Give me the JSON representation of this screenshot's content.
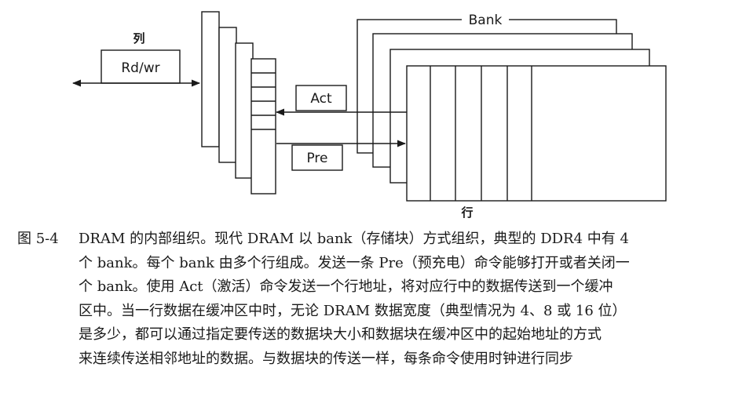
{
  "diagram": {
    "column_label": "列",
    "rdwr_label": "Rd/wr",
    "bank_label": "Bank",
    "act_label": "Act",
    "pre_label": "Pre",
    "row_label": "行"
  },
  "caption": {
    "label": "图 5-4",
    "lines": [
      "DRAM 的内部组织。现代 DRAM 以 bank（存储块）方式组织，典型的 DDR4 中有 4",
      "个 bank。每个 bank 由多个行组成。发送一条 Pre（预充电）命令能够打开或者关闭一",
      "个 bank。使用 Act（激活）命令发送一个行地址，将对应行中的数据传送到一个缓冲",
      "区中。当一行数据在缓冲区中时，无论 DRAM 数据宽度（典型情况为 4、8 或 16 位）",
      "是多少，都可以通过指定要传送的数据块大小和数据块在缓冲区中的起始地址的方式",
      "来连续传送相邻地址的数据。与数据块的传送一样，每条命令使用时钟进行同步"
    ]
  }
}
